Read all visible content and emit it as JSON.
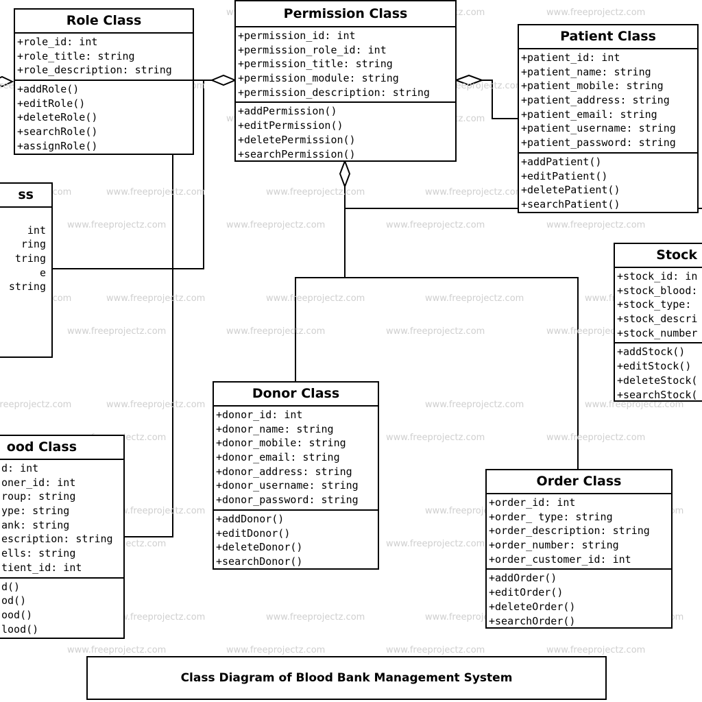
{
  "watermark": "www.freeprojectz.com",
  "caption": "Class Diagram of Blood Bank Management System",
  "classes": {
    "role": {
      "name": "Role Class",
      "attributes": [
        "+role_id: int",
        "+role_title: string",
        "+role_description: string"
      ],
      "methods": [
        "+addRole()",
        "+editRole()",
        "+deleteRole()",
        "+searchRole()",
        "+assignRole()"
      ]
    },
    "permission": {
      "name": "Permission Class",
      "attributes": [
        "+permission_id: int",
        "+permission_role_id: int",
        "+permission_title: string",
        "+permission_module: string",
        "+permission_description: string"
      ],
      "methods": [
        "+addPermission()",
        "+editPermission()",
        "+deletePermission()",
        "+searchPermission()"
      ]
    },
    "patient": {
      "name": "Patient Class",
      "attributes": [
        "+patient_id: int",
        "+patient_name: string",
        "+patient_mobile: string",
        "+patient_address: string",
        "+patient_email: string",
        "+patient_username: string",
        "+patient_password: string"
      ],
      "methods": [
        "+addPatient()",
        "+editPatient()",
        "+deletePatient()",
        "+searchPatient()"
      ]
    },
    "user": {
      "name": "ss",
      "attributes": [
        "",
        "int",
        "ring",
        "tring",
        "e",
        " string"
      ],
      "methods": []
    },
    "stock": {
      "name": "Stock",
      "attributes": [
        "+stock_id: in",
        "+stock_blood:",
        "+stock_type:",
        "+stock_descri",
        "+stock_number"
      ],
      "methods": [
        "+addStock()",
        "+editStock()",
        "+deleteStock(",
        "+searchStock("
      ]
    },
    "donor": {
      "name": "Donor Class",
      "attributes": [
        "+donor_id: int",
        "+donor_name: string",
        "+donor_mobile: string",
        "+donor_email: string",
        "+donor_address: string",
        "+donor_username: string",
        "+donor_password: string"
      ],
      "methods": [
        "+addDonor()",
        "+editDonor()",
        "+deleteDonor()",
        "+searchDonor()"
      ]
    },
    "blood": {
      "name": "ood Class",
      "attributes": [
        "d: int",
        "oner_id: int",
        "roup: string",
        "ype: string",
        "ank: string",
        "escription: string",
        "ells: string",
        "tient_id: int"
      ],
      "methods": [
        "d()",
        "od()",
        "ood()",
        "lood()"
      ]
    },
    "order": {
      "name": "Order Class",
      "attributes": [
        "+order_id: int",
        "+order_ type: string",
        "+order_description: string",
        "+order_number: string",
        "+order_customer_id: int"
      ],
      "methods": [
        "+addOrder()",
        "+editOrder()",
        "+deleteOrder()",
        "+searchOrder()"
      ]
    }
  }
}
